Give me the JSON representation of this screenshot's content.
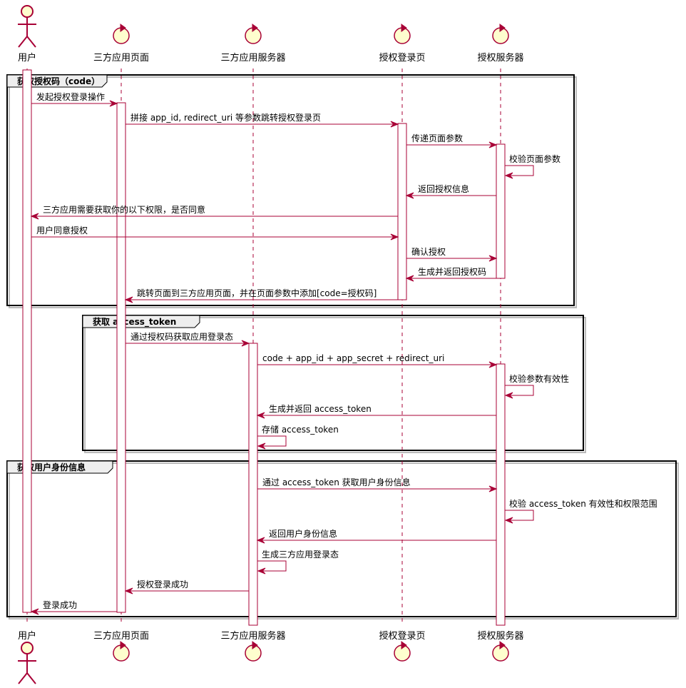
{
  "participants": [
    {
      "id": "user",
      "name": "用户",
      "type": "actor"
    },
    {
      "id": "page3",
      "name": "三方应用页面",
      "type": "control"
    },
    {
      "id": "srv3",
      "name": "三方应用服务器",
      "type": "control"
    },
    {
      "id": "login",
      "name": "授权登录页",
      "type": "control"
    },
    {
      "id": "auth",
      "name": "授权服务器",
      "type": "control"
    }
  ],
  "groups": [
    {
      "title": "获取授权码（code）"
    },
    {
      "title": "获取 access_token"
    },
    {
      "title": "获取用户身份信息"
    }
  ],
  "messages": [
    {
      "from": "user",
      "to": "page3",
      "text": "发起授权登录操作"
    },
    {
      "from": "page3",
      "to": "login",
      "text": "拼接 app_id, redirect_uri 等参数跳转授权登录页"
    },
    {
      "from": "login",
      "to": "auth",
      "text": "传递页面参数"
    },
    {
      "from": "auth",
      "to": "auth",
      "text": "校验页面参数"
    },
    {
      "from": "auth",
      "to": "login",
      "text": "返回授权信息"
    },
    {
      "from": "login",
      "to": "user",
      "text": "三方应用需要获取你的以下权限，是否同意"
    },
    {
      "from": "user",
      "to": "login",
      "text": "用户同意授权"
    },
    {
      "from": "login",
      "to": "auth",
      "text": "确认授权"
    },
    {
      "from": "auth",
      "to": "login",
      "text": "生成并返回授权码"
    },
    {
      "from": "login",
      "to": "page3",
      "text": "跳转页面到三方应用页面，并在页面参数中添加[code=授权码]"
    },
    {
      "from": "page3",
      "to": "srv3",
      "text": "通过授权码获取应用登录态"
    },
    {
      "from": "srv3",
      "to": "auth",
      "text": "code + app_id + app_secret + redirect_uri"
    },
    {
      "from": "auth",
      "to": "auth",
      "text": "校验参数有效性"
    },
    {
      "from": "auth",
      "to": "srv3",
      "text": "生成并返回 access_token"
    },
    {
      "from": "srv3",
      "to": "srv3",
      "text": "存储 access_token"
    },
    {
      "from": "srv3",
      "to": "auth",
      "text": "通过 access_token 获取用户身份信息"
    },
    {
      "from": "auth",
      "to": "auth",
      "text": "校验 access_token 有效性和权限范围"
    },
    {
      "from": "auth",
      "to": "srv3",
      "text": "返回用户身份信息"
    },
    {
      "from": "srv3",
      "to": "srv3",
      "text": "生成三方应用登录态"
    },
    {
      "from": "srv3",
      "to": "page3",
      "text": "授权登录成功"
    },
    {
      "from": "page3",
      "to": "user",
      "text": "登录成功"
    }
  ],
  "colors": {
    "line": "#A80036",
    "fill": "#FEFECE",
    "tab": "#EEEEEE"
  }
}
